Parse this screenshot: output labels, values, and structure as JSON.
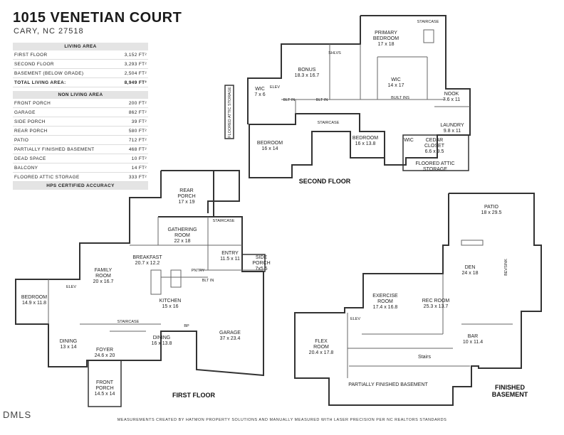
{
  "header": {
    "title": "1015 VENETIAN COURT",
    "subtitle": "CARY, NC 27518"
  },
  "living_area": {
    "heading": "LIVING AREA",
    "rows": [
      {
        "label": "FIRST FLOOR",
        "value": "3,152 FT²"
      },
      {
        "label": "SECOND FLOOR",
        "value": "3,293 FT²"
      },
      {
        "label": "BASEMENT (BELOW GRADE)",
        "value": "2,504 FT²"
      },
      {
        "label": "TOTAL LIVING AREA:",
        "value": "8,949 FT²"
      }
    ]
  },
  "non_living_area": {
    "heading": "NON LIVING AREA",
    "rows": [
      {
        "label": "FRONT PORCH",
        "value": "200 FT²"
      },
      {
        "label": "GARAGE",
        "value": "862 FT²"
      },
      {
        "label": "SIDE PORCH",
        "value": "39 FT²"
      },
      {
        "label": "REAR PORCH",
        "value": "580 FT²"
      },
      {
        "label": "PATIO",
        "value": "712 FT²"
      },
      {
        "label": "PARTIALLY FINISHED BASEMENT",
        "value": "468 FT²"
      },
      {
        "label": "DEAD SPACE",
        "value": "10 FT²"
      },
      {
        "label": "BALCONY",
        "value": "14 FT²"
      },
      {
        "label": "FLOORED ATTIC STORAGE",
        "value": "333 FT²"
      }
    ],
    "footer": "HPS CERTIFIED ACCURACY"
  },
  "floors": {
    "second": "SECOND FLOOR",
    "first": "FIRST FLOOR",
    "basement_line1": "FINISHED",
    "basement_line2": "BASEMENT"
  },
  "rooms": {
    "primary_bedroom": [
      "PRIMARY",
      "BEDROOM",
      "17 x 18"
    ],
    "staircase_top": "STAIRCASE",
    "bonus": [
      "BONUS",
      "18.3 x 16.7"
    ],
    "wic_left": [
      "WIC",
      "7 x 6"
    ],
    "elev_2": "ELEV",
    "wic_center": [
      "WIC",
      "14 x 17"
    ],
    "built_ins": "BUILT INS",
    "blt_in_a": "BLT IN",
    "blt_in_b": "BLT IN",
    "shlvs": "SHLVS",
    "nook": [
      "NOOK",
      "7.6 x 11"
    ],
    "laundry": [
      "LAUNDRY",
      "9.8 x 11"
    ],
    "bedroom_2a": [
      "BEDROOM",
      "16 x 14"
    ],
    "staircase_2": "STAIRCASE",
    "bedroom_2b": [
      "BEDROOM",
      "16 x 13.8"
    ],
    "wic_right": "WIC",
    "cedar_closet": [
      "CEDAR",
      "CLOSET",
      "6.6 x 9.5"
    ],
    "floored_attic": [
      "FLOORED ATTIC",
      "STORAGE"
    ],
    "floored_attic_vertical": "FLOORED ATTIC STORAGE",
    "rear_porch": [
      "REAR",
      "PORCH",
      "17 x 19"
    ],
    "gathering_room": [
      "GATHERING",
      "ROOM",
      "22 x 18"
    ],
    "staircase_1": "STAIRCASE",
    "breakfast": [
      "BREAKFAST",
      "20.7 x 12.2"
    ],
    "entry": [
      "ENTRY",
      "11.5 x 11"
    ],
    "side_porch": [
      "SIDE",
      "PORCH",
      "7x5.5"
    ],
    "family_room": [
      "FAMILY",
      "ROOM",
      "20 x 16.7"
    ],
    "pntry": "PNTRY",
    "blt_in_1": "BLT IN",
    "elev_1": "ELEV",
    "bedroom_1": [
      "BEDROOM",
      "14.9 x 11.8"
    ],
    "kitchen": [
      "KITCHEN",
      "15 x 16"
    ],
    "staircase_1b": "STAIRCASE",
    "bp": "BP",
    "dining_a": [
      "DINING",
      "13 x 14"
    ],
    "dining_b": [
      "DINING",
      "16 x 13.8"
    ],
    "garage": [
      "GARAGE",
      "37 x 23.4"
    ],
    "foyer": [
      "FOYER",
      "24.6 x 20"
    ],
    "front_porch": [
      "FRONT",
      "PORCH",
      "14.5 x 14"
    ],
    "patio": [
      "PATIO",
      "18 x 29.5"
    ],
    "den": [
      "DEN",
      "24 x 18"
    ],
    "bev_sink": "BEVSINK",
    "exercise_room": [
      "EXERCISE",
      "ROOM",
      "17.4 x 16.8"
    ],
    "rec_room": [
      "REC ROOM",
      "25.3 x 13.7"
    ],
    "elev_b": "ELEV",
    "flex_room": [
      "FLEX",
      "ROOM",
      "20.4 x 17.8"
    ],
    "bar": [
      "BAR",
      "10 x 11.4"
    ],
    "stairs": "Stairs",
    "partially_finished": "PARTIALLY FINISHED BASEMENT"
  },
  "footer": {
    "brand": "DMLS",
    "disclaimer": "MEASUREMENTS CREATED BY HATMON PROPERTY SOLUTIONS AND MANUALLY MEASURED WITH LASER PRECISION PER NC REALTORS STANDARDS"
  }
}
